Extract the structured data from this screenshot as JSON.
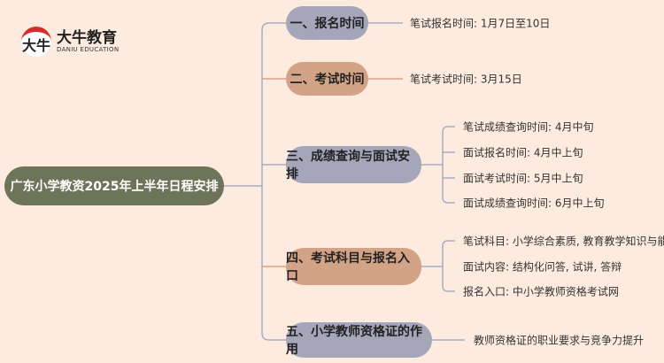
{
  "logo": {
    "mark": "大牛",
    "title": "大牛教育",
    "subtitle": "DANIU EDUCATION"
  },
  "root": "广东小学教资2025年上半年日程安排",
  "branches": [
    {
      "label": "一、报名时间",
      "leaves": [
        "笔试报名时间: 1月7日至10日"
      ]
    },
    {
      "label": "二、考试时间",
      "leaves": [
        "笔试考试时间: 3月15日"
      ]
    },
    {
      "label": "三、成绩查询与面试安排",
      "leaves": [
        "笔试成绩查询时间: 4月中旬",
        "面试报名时间: 4月中上旬",
        "面试考试时间: 5月中上旬",
        "面试成绩查询时间: 6月中上旬"
      ]
    },
    {
      "label": "四、考试科目与报名入口",
      "leaves": [
        "笔试科目: 小学综合素质, 教育教学知识与能力",
        "面试内容: 结构化问答, 试讲, 答辩",
        "报名入口: 中小学教师资格考试网"
      ]
    },
    {
      "label": "五、小学教师资格证的作用",
      "leaves": [
        "教师资格证的职业要求与竞争力提升"
      ]
    }
  ],
  "colors": {
    "background": "#fdebdf",
    "grey": "#a5a6ba",
    "tan": "#d3a387",
    "root": "#6d7459"
  }
}
